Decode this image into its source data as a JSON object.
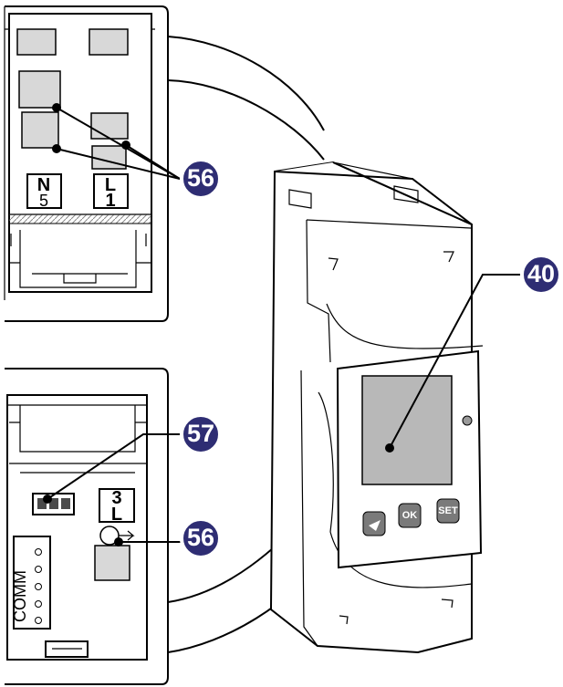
{
  "callouts": [
    {
      "label": "56"
    },
    {
      "label": "57"
    },
    {
      "label": "56"
    },
    {
      "label": "40"
    }
  ],
  "terminals": {
    "neutral": {
      "letter": "N",
      "number": "5"
    },
    "line_top": {
      "letter": "L",
      "number": "1"
    },
    "line_bottom": {
      "letter": "L",
      "number": "3"
    }
  },
  "connector_label": "COMM",
  "device_buttons": {
    "left_label": "",
    "ok_label": "OK",
    "set_label": "SET"
  },
  "colors": {
    "callout_fill": "#2e2d73",
    "callout_text": "#ffffff",
    "device_display": "#b8b8b8",
    "button_fill": "#7a7a7a"
  }
}
